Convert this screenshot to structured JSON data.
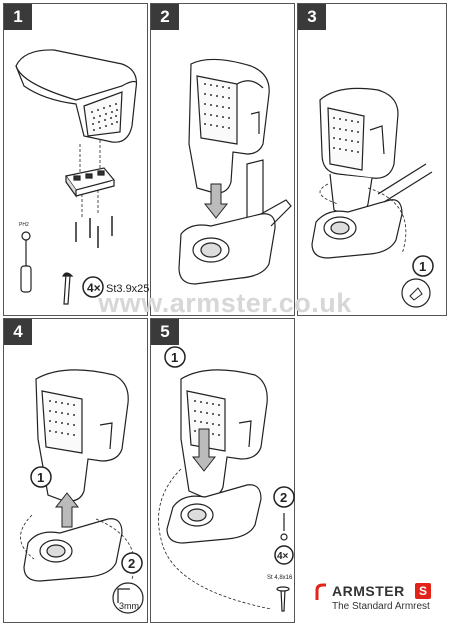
{
  "panels": [
    {
      "number": "1",
      "screw_count": "4×",
      "screw_spec": "St3.9x25",
      "tool_label": "PH2"
    },
    {
      "number": "2"
    },
    {
      "number": "3",
      "callout": "1"
    },
    {
      "number": "4",
      "callout_1": "1",
      "callout_2": "2",
      "measure": "3mm"
    },
    {
      "number": "5",
      "callout_1": "1",
      "callout_2": "2",
      "screw_count": "4×",
      "screw_spec": "St 4,8x16"
    }
  ],
  "watermark": "www.armster.co.uk",
  "logo": {
    "brand": "ARMSTER",
    "badge": "S",
    "tagline": "The Standard Armrest",
    "accent": "#e2231a"
  }
}
